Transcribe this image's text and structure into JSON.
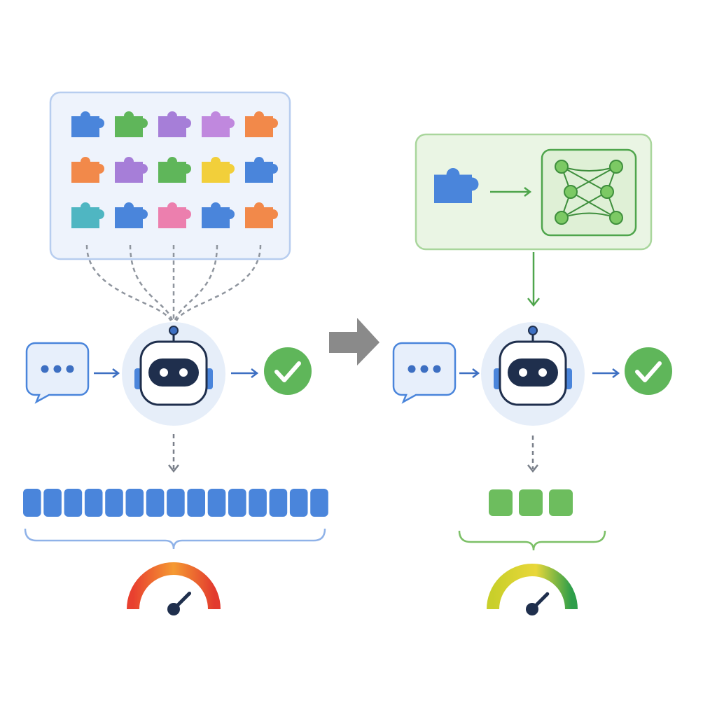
{
  "colors": {
    "blue": "#4a85db",
    "green": "#5fb65a",
    "orange": "#f2894a",
    "purple": "#a67ed8",
    "lilac": "#c088de",
    "yellow": "#f2cf3a",
    "teal": "#4fb6c2",
    "pink": "#ec7fae",
    "navy": "#1f2f4d",
    "panel_blue_fill": "#eef3fc",
    "panel_blue_stroke": "#b7cdef",
    "panel_green_fill": "#eaf5e4",
    "panel_green_stroke": "#a9d69c",
    "arrow_gray": "#8a8a8a"
  },
  "left": {
    "plugin_grid": [
      [
        "blue",
        "green",
        "purple",
        "lilac",
        "orange"
      ],
      [
        "orange",
        "purple",
        "green",
        "yellow",
        "blue"
      ],
      [
        "teal",
        "blue",
        "pink",
        "blue",
        "orange"
      ]
    ],
    "token_count": 15,
    "speed": 0.75
  },
  "right": {
    "token_count": 3,
    "speed": 0.75
  },
  "icons": [
    "puzzle-piece-icon",
    "robot-icon",
    "chat-bubble-icon",
    "check-circle-icon",
    "network-graph-icon",
    "speedometer-icon",
    "transition-arrow-icon"
  ]
}
